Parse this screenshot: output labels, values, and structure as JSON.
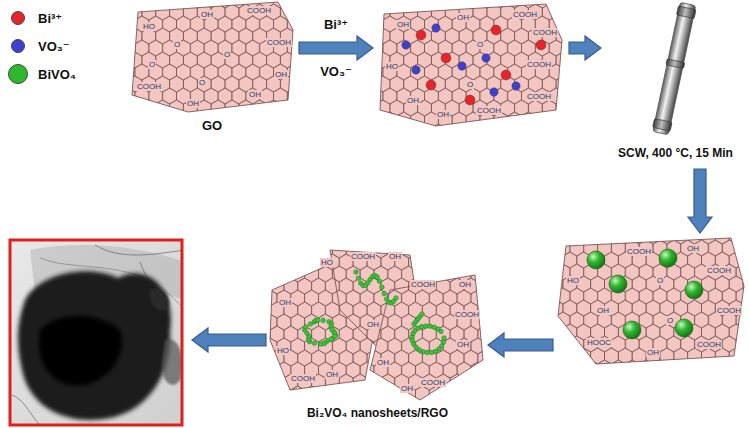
{
  "diagram": {
    "nodes": [
      {
        "text": [
          "COOH",
          "OH",
          "HO",
          "O",
          "COOH",
          "O",
          "O",
          "OH",
          "COOH",
          "O",
          "OH",
          "OH",
          "GO"
        ]
      },
      {
        "text": [
          "COOH",
          "OH",
          "COOH",
          "OH",
          "COOH",
          "O",
          "HO",
          "COOH",
          "OH",
          "O",
          "COOH",
          "OH"
        ]
      },
      {
        "text": [
          "SCW, 400 °C, 15 Min"
        ]
      },
      {
        "text": [
          "COOH",
          "OH",
          "COOH",
          "O",
          "HO",
          "COOH",
          "OH",
          "HOOC",
          "COOH",
          "OH",
          "O"
        ]
      },
      {
        "text": [
          "HO",
          "COOH",
          "OH",
          "COOH",
          "OH",
          "OH",
          "COOH",
          "OH",
          "HO",
          "OH",
          "COOH",
          "OH",
          "COOH",
          "OH",
          "OH",
          "Bi₂VO₄ nanosheets/RGO"
        ]
      }
    ],
    "edges": [
      {
        "from": 0,
        "to": 1,
        "arrow": "to",
        "label": "Bi³⁺"
      },
      {
        "from": 1,
        "to": 2,
        "arrow": "to"
      },
      {
        "from": 2,
        "to": 3,
        "arrow": "to"
      },
      {
        "from": 3,
        "to": 4,
        "arrow": "to"
      }
    ],
    "labels": [
      "VO₃⁻"
    ],
    "legend": [
      {
        "text": "Bi³⁺",
        "color": "#e8232a"
      },
      {
        "text": "VO₃⁻",
        "color": "#3f3fd0"
      },
      {
        "text": "BiVO₄",
        "color": "#2eb82e"
      }
    ]
  }
}
